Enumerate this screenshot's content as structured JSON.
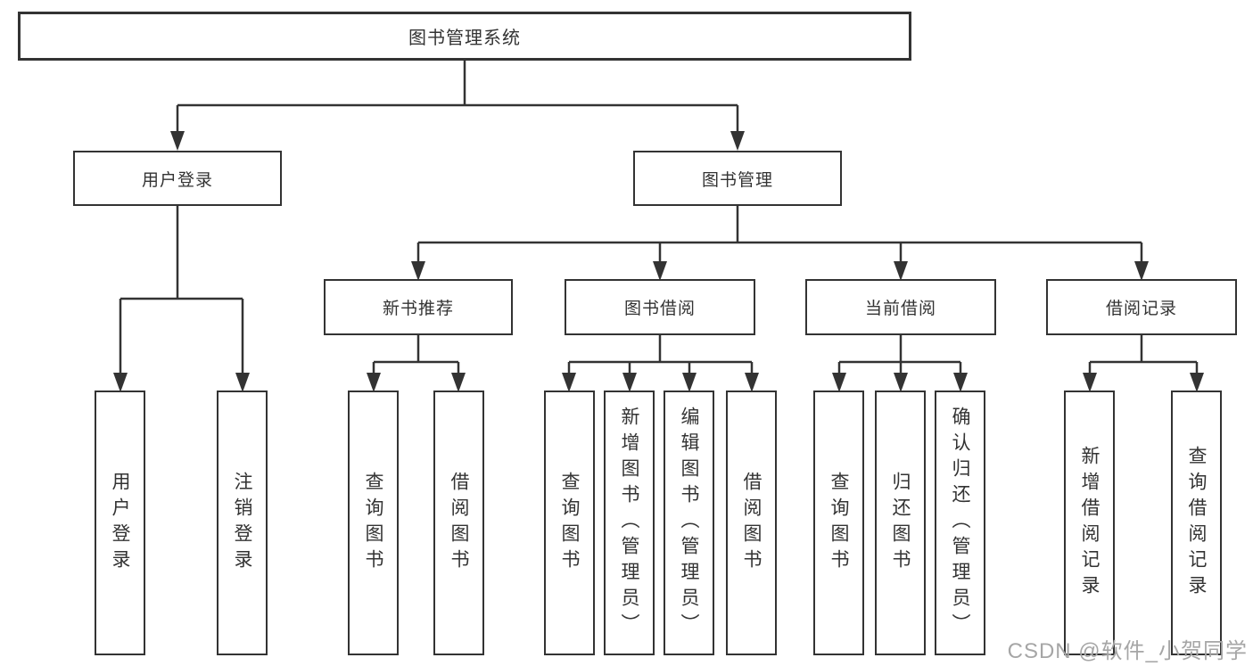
{
  "diagram": {
    "root": {
      "label": "图书管理系统"
    },
    "branches": [
      {
        "label": "用户登录",
        "children": [
          {
            "label": "用户登录"
          },
          {
            "label": "注销登录"
          }
        ]
      },
      {
        "label": "图书管理",
        "groups": [
          {
            "label": "新书推荐",
            "children": [
              {
                "label": "查询图书"
              },
              {
                "label": "借阅图书"
              }
            ]
          },
          {
            "label": "图书借阅",
            "children": [
              {
                "label": "查询图书"
              },
              {
                "label": "新增图书（管理员）"
              },
              {
                "label": "编辑图书（管理员）"
              },
              {
                "label": "借阅图书"
              }
            ]
          },
          {
            "label": "当前借阅",
            "children": [
              {
                "label": "查询图书"
              },
              {
                "label": "归还图书"
              },
              {
                "label": "确认归还（管理员）"
              }
            ]
          },
          {
            "label": "借阅记录",
            "children": [
              {
                "label": "新增借阅记录"
              },
              {
                "label": "查询借阅记录"
              }
            ]
          }
        ]
      }
    ],
    "watermark": "CSDN @软件_小贺同学",
    "colors": {
      "line": "#333333",
      "text": "#333333",
      "watermark": "#a6a6a6",
      "background": "#ffffff"
    }
  }
}
